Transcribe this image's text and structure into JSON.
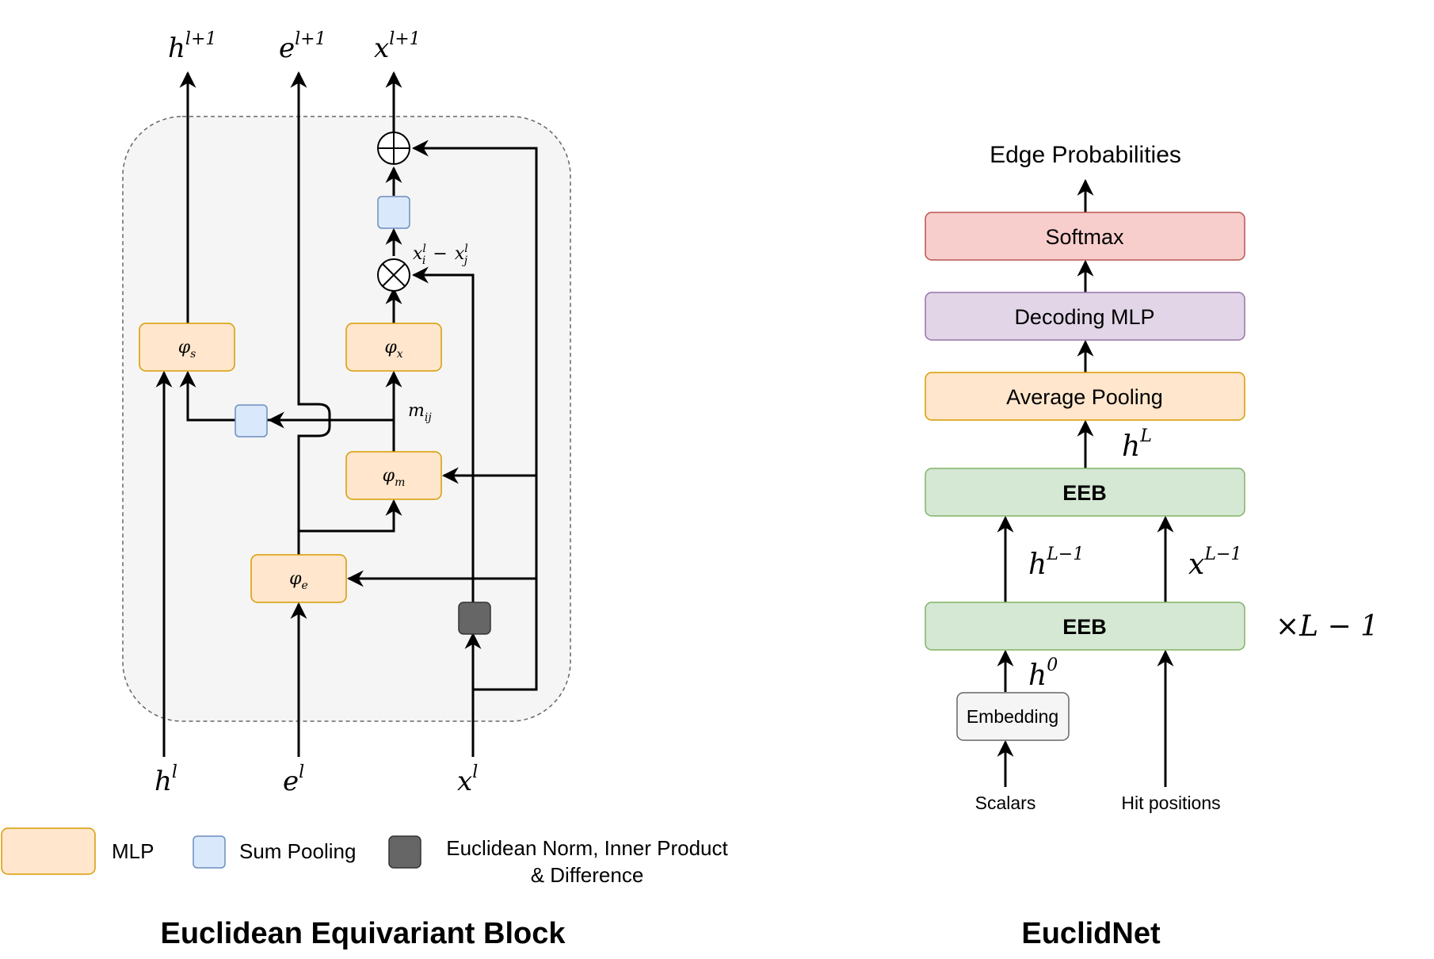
{
  "eeb": {
    "outputs": {
      "h_base": "h",
      "h_sup": "l+1",
      "e_base": "e",
      "e_sup": "l+1",
      "x_base": "x",
      "x_sup": "l+1"
    },
    "inputs": {
      "h_base": "h",
      "h_sup": "l",
      "e_base": "e",
      "e_sup": "l",
      "x_base": "x",
      "x_sup": "l"
    },
    "mlp_phi": "φ",
    "mlp_phi_s_sub": "s",
    "mlp_phi_x_sub": "x",
    "mlp_phi_m_sub": "m",
    "mlp_phi_e_sub": "e",
    "m_ij_base": "m",
    "m_ij_sub": "ij",
    "diff": {
      "x": "x",
      "i": "i",
      "l": "l",
      "minus": "−",
      "j": "j"
    },
    "title": "Euclidean Equivariant Block"
  },
  "legend": {
    "mlp": "MLP",
    "sum_pooling": "Sum Pooling",
    "norm_line1": "Euclidean Norm, Inner Product",
    "norm_line2": "& Difference"
  },
  "euclidnet": {
    "output": "Edge Probabilities",
    "softmax": "Softmax",
    "decoding": "Decoding MLP",
    "avg_pool": "Average Pooling",
    "hL_base": "h",
    "hL_sup": "L",
    "eeb_top": "EEB",
    "hLm1_base": "h",
    "hLm1_sup": "L−1",
    "xLm1_base": "x",
    "xLm1_sup": "L−1",
    "eeb_bottom": "EEB",
    "repeat": "×L − 1",
    "h0_base": "h",
    "h0_sup": "0",
    "embedding": "Embedding",
    "scalars": "Scalars",
    "hit_positions": "Hit positions",
    "title": "EuclidNet"
  },
  "colors": {
    "mlp_fill": "#ffe6cc",
    "mlp_stroke": "#d79b00",
    "pool_fill": "#dae8fc",
    "pool_stroke": "#6c8ebf",
    "norm_fill": "#666666",
    "block_fill": "#f5f5f5",
    "block_stroke": "#666666",
    "softmax_fill": "#f8cecc",
    "softmax_stroke": "#b85450",
    "decoding_fill": "#e1d5e7",
    "decoding_stroke": "#9673a6",
    "eeb_fill": "#d5e8d4",
    "eeb_stroke": "#82b366",
    "embed_fill": "#f5f5f5",
    "embed_stroke": "#666666"
  }
}
